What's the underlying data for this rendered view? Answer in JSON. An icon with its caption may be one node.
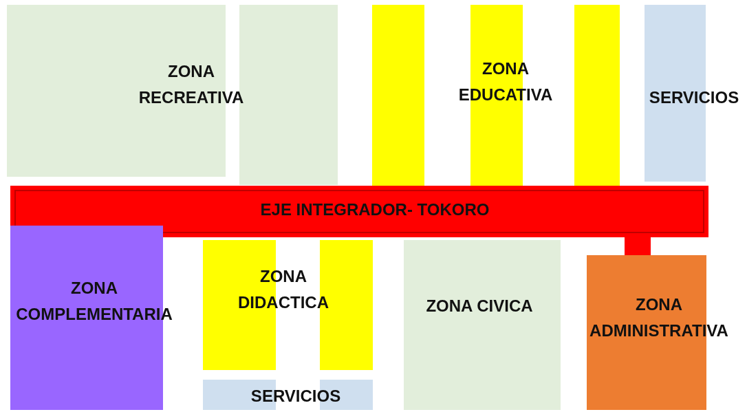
{
  "diagram": {
    "nodes": [
      {
        "text": [
          "ZONA RECREATIVA"
        ]
      },
      {
        "text": [
          "ZONA EDUCATIVA"
        ]
      },
      {
        "text": [
          "SERVICIOS"
        ]
      },
      {
        "text": [
          "EJE INTEGRADOR- TOKORO"
        ]
      },
      {
        "text": [
          "ZONA COMPLEMENTARIA"
        ]
      },
      {
        "text": [
          "ZONA DIDACTICA"
        ]
      },
      {
        "text": [
          "SERVICIOS"
        ]
      },
      {
        "text": [
          "ZONA CIVICA"
        ]
      },
      {
        "text": [
          "ZONA ADMINISTRATIVA"
        ]
      }
    ],
    "edges": [
      {
        "from": 3,
        "to": 8,
        "arrow": "none"
      }
    ]
  }
}
